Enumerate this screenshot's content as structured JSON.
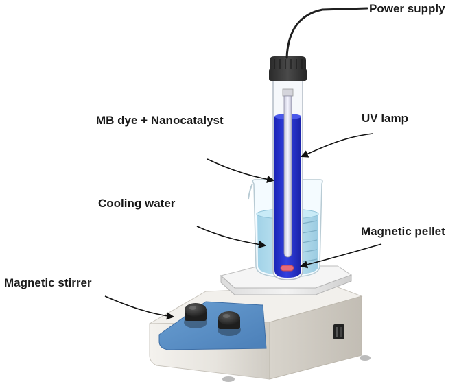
{
  "labels": {
    "power_supply": "Power supply",
    "uv_lamp": "UV lamp",
    "mb_dye": "MB dye + Nanocatalyst",
    "cooling_water": "Cooling water",
    "magnetic_pellet": "Magnetic pellet",
    "magnetic_stirrer": "Magnetic stirrer"
  },
  "colors": {
    "dye": "#2233cc",
    "water": "#a8d8ec",
    "stirrer_body": "#e6e3dd",
    "control_panel": "#5a8ec4",
    "knob": "#2a2a2a",
    "pellet": "#e56b7a",
    "arrow": "#111111"
  }
}
